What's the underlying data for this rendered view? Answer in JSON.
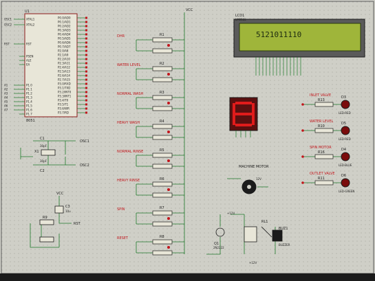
{
  "mcu": {
    "ref": "U1",
    "pins_left": [
      "XTAL1",
      "XTAL2",
      "RST",
      "PSEN",
      "ALE",
      "EA",
      "P1.0",
      "P1.1",
      "P1.2",
      "P1.3",
      "P1.4",
      "P1.5",
      "P1.6",
      "P1.7"
    ],
    "pins_right": [
      "P0.0/AD0",
      "P0.1/AD1",
      "P0.2/AD2",
      "P0.3/AD3",
      "P0.4/AD4",
      "P0.5/AD5",
      "P0.6/AD6",
      "P0.7/AD7",
      "P2.0/A8",
      "P2.1/A9",
      "P2.2/A10",
      "P2.3/A11",
      "P2.4/A12",
      "P2.5/A13",
      "P2.6/A14",
      "P2.7/A15",
      "P3.0/RXD",
      "P3.1/TXD",
      "P3.2/INT0",
      "P3.3/INT1",
      "P3.4/T0",
      "P3.5/T1",
      "P3.6/WR",
      "P3.7/RD"
    ],
    "net_labels_left": [
      "OSC1",
      "OSC2",
      "RST",
      "A1",
      "A2",
      "A3",
      "A4",
      "A5",
      "A6",
      "A7"
    ],
    "part": "8051"
  },
  "crystal": {
    "c1": "C1",
    "c2": "C2",
    "x": "X1",
    "c1_val": "30pF",
    "c2_val": "30pF",
    "osc1": "OSC1",
    "osc2": "OSC2"
  },
  "reset": {
    "cap": "C3",
    "val": "10u",
    "r": "R9",
    "net": "RST",
    "vcc": "VCC"
  },
  "buttons": [
    {
      "label": "DHR",
      "r": "R1"
    },
    {
      "label": "WATER LEVEL",
      "r": "R2"
    },
    {
      "label": "NORMAL WASH",
      "r": "R3"
    },
    {
      "label": "HEAVY WASH",
      "r": "R4"
    },
    {
      "label": "NORMAL RINSE",
      "r": "R5"
    },
    {
      "label": "HEAVY RINSE",
      "r": "R6"
    },
    {
      "label": "SPIN",
      "r": "R7"
    },
    {
      "label": "RESET",
      "r": "R8"
    }
  ],
  "vcc_top": "VCC",
  "lcd": {
    "ref": "LCD1",
    "part": "LM016L",
    "text": "5121011110"
  },
  "seven_seg": {
    "digit": "8"
  },
  "motor": {
    "label": "MACHINE MOTOR",
    "volt": "12V"
  },
  "relay": {
    "ref": "RL1",
    "q": "Q1",
    "q_part": "2N2222",
    "supply": "+12V",
    "supply2": "+12V"
  },
  "buzzer": {
    "ref": "BUZ1",
    "part": "BUZZER"
  },
  "leds": [
    {
      "label": "INLET VALVE",
      "r": "R13",
      "d": "D3",
      "part": "LED-RED"
    },
    {
      "label": "WATER LEVEL",
      "r": "R10",
      "d": "D5",
      "part": "LED-RED"
    },
    {
      "label": "SPIN MOTOR",
      "r": "R16",
      "d": "D4",
      "part": "LED-BLUE"
    },
    {
      "label": "OUTLET VALVE",
      "r": "R11",
      "d": "D6",
      "part": "LED-GREEN"
    }
  ],
  "colors": {
    "bg": "#cfcfc7",
    "wire": "#1d7a2a",
    "component": "#1b1b1b",
    "label": "#c2161c",
    "lcd_bg": "#9fb53a",
    "seg_on": "#e01b1b"
  }
}
